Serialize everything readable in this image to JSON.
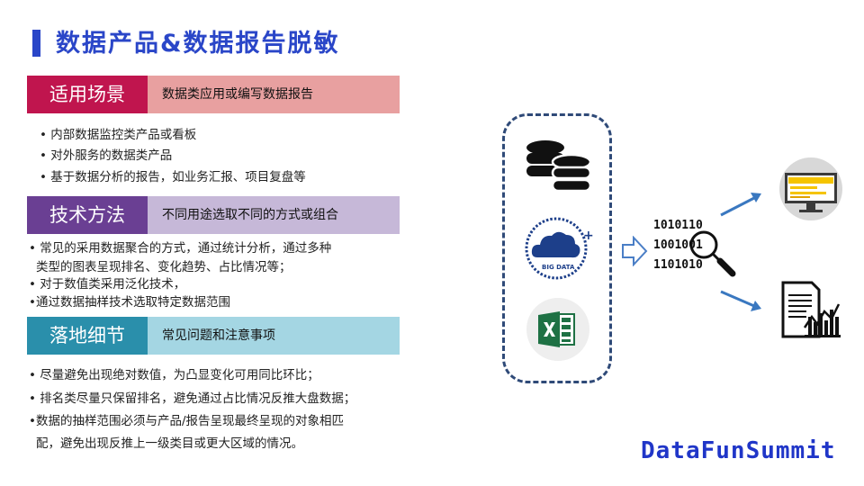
{
  "title": "数据产品&数据报告脱敏",
  "sections": [
    {
      "tag": "适用场景",
      "desc": "数据类应用或编写数据报告",
      "bullets": [
        "• 内部数据监控类产品或看板",
        "• 对外服务的数据类产品",
        "• 基于数据分析的报告，如业务汇报、项目复盘等"
      ]
    },
    {
      "tag": "技术方法",
      "desc": "不同用途选取不同的方式或组合",
      "bullets": [
        "• 常见的采用数据聚合的方式，通过统计分析，通过多种",
        "类型的图表呈现排名、变化趋势、占比情况等；",
        "• 对于数值类采用泛化技术，",
        "•通过数据抽样技术选取特定数据范围"
      ]
    },
    {
      "tag": "落地细节",
      "desc": "常见问题和注意事项",
      "bullets": [
        "• 尽量避免出现绝对数值，为凸显变化可用同比环比；",
        "• 排名类尽量只保留排名，避免通过占比情况反推大盘数据；",
        "•数据的抽样范围必须与产品/报告呈现最终呈现的对象相匹",
        "配，避免出现反推上一级类目或更大区域的情况。"
      ]
    }
  ],
  "colors": {
    "title": "#2a46c8",
    "sec1_tag": "#c0154e",
    "sec1_desc": "#e8a0a0",
    "sec2_tag": "#6a3f93",
    "sec2_desc": "#c6b8d8",
    "sec3_tag": "#2a8fab",
    "sec3_desc": "#a4d6e3",
    "box_border": "#2f4a78",
    "arrow": "#3a78c0",
    "footer": "#2036c8"
  },
  "diagram": {
    "icons": [
      "database-icon",
      "big-data-cloud-icon",
      "excel-icon",
      "arrow-right-icon",
      "magnifier-icon",
      "monitor-icon",
      "report-chart-icon"
    ],
    "cloud_label": "BIG  DATA",
    "cloud_plus": "+",
    "binary": [
      "1010110",
      "1001001",
      "1101010"
    ]
  },
  "footer": "DataFunSummit"
}
